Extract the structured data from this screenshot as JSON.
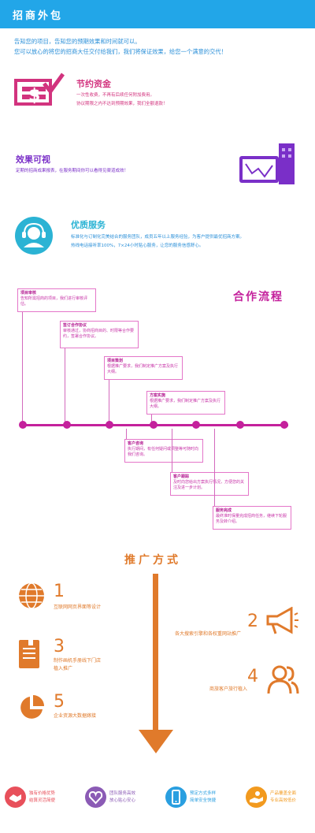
{
  "header": {
    "title": "招商外包"
  },
  "intro": {
    "line1": "告知您的项目，告知您的预期效果和时间就可以。",
    "line2": "您可以放心的将您的招商大任交付给我们，我们将保证效果，给您一个满意的交代！"
  },
  "features": [
    {
      "title": "节约资金",
      "desc1": "一次性收费，不再有后续任何附加费用。",
      "desc2": "协议期限之内不达到预期效果，我们全额退款！"
    },
    {
      "title": "效果可视",
      "desc1": "定期的招商成果报表，在服务期间你可以看得见渠道成效！"
    },
    {
      "title": "优质服务",
      "desc1": "标准化与订制化完美结合的服务团队，成员五年以上服务经验，为客户提供最优招商方案。",
      "desc2": "热线电话接听率100%，7×24小时贴心服务，让您的服务信感舒心。"
    }
  ],
  "cooperation": {
    "title": "合作流程",
    "steps": [
      {
        "title": "项目审核",
        "desc": "告知所需招商的项目，我们进行审核评估。"
      },
      {
        "title": "签订合作协议",
        "desc": "审核通过，协商招商目的、时限等合作要约，签署合作协议。"
      },
      {
        "title": "项目策划",
        "desc": "根据推广要求，我们制定推广方案及执行大纲。"
      },
      {
        "title": "方案实施",
        "desc": "根据推广要求，我们制定推广方案及执行大纲。"
      },
      {
        "title": "客户咨询",
        "desc": "执行期间，有任何疑问或调整等可随时向我们咨询。"
      },
      {
        "title": "客户跟踪",
        "desc": "及时向您给出方案执行情况，方便您的关注及进一步计划。"
      },
      {
        "title": "服务完成",
        "desc": "最终准时保量完成招商任务，继续下轮服务及转介绍。"
      }
    ]
  },
  "promotion": {
    "title": "推广方式",
    "items": [
      {
        "num": "1",
        "text": "互联网网页界面等设计"
      },
      {
        "num": "2",
        "text": "各大搜索引擎和各权重网站推广"
      },
      {
        "num": "3",
        "text": "制作画机手册线下门店",
        "text2": "植入推广"
      },
      {
        "num": "4",
        "text": "商旅客户旅行植入"
      },
      {
        "num": "5",
        "text": "企业资源大数据嫁接"
      }
    ]
  },
  "footer": [
    {
      "l1": "独有价格优势",
      "l2": "结算灵活简便",
      "color": "#e8505b"
    },
    {
      "l1": "团队服务高效",
      "l2": "放心贴心安心",
      "color": "#8b5bb5"
    },
    {
      "l1": "预定方式多样",
      "l2": "简单安全快捷",
      "color": "#2a9fe0"
    },
    {
      "l1": "产品覆盖全面",
      "l2": "专业高效低价",
      "color": "#f29a1f"
    }
  ],
  "colors": {
    "header": "#22a6e8",
    "pink": "#c4219c",
    "orange": "#e07a2b"
  }
}
